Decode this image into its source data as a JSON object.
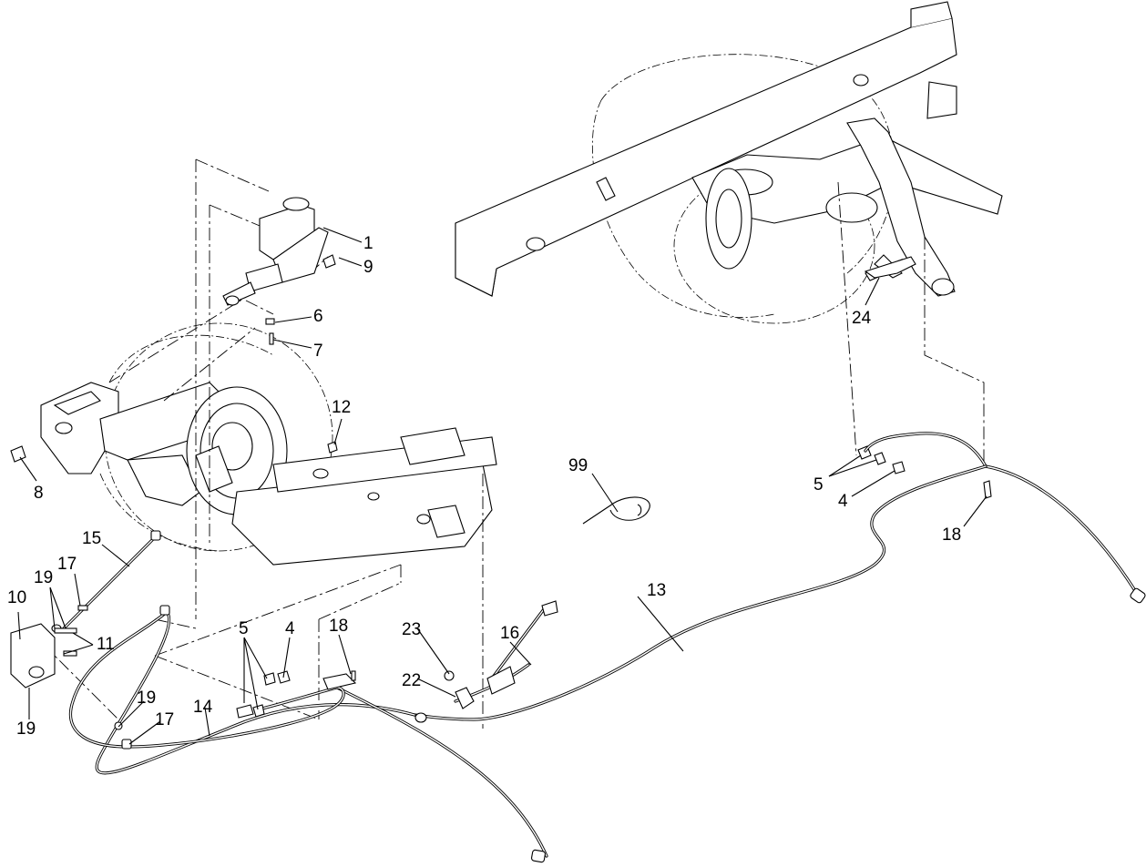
{
  "diagram": {
    "callouts": [
      {
        "id": "c1",
        "label": "1"
      },
      {
        "id": "c9",
        "label": "9"
      },
      {
        "id": "c6",
        "label": "6"
      },
      {
        "id": "c7",
        "label": "7"
      },
      {
        "id": "c24",
        "label": "24"
      },
      {
        "id": "c12",
        "label": "12"
      },
      {
        "id": "c8",
        "label": "8"
      },
      {
        "id": "c99",
        "label": "99"
      },
      {
        "id": "c5r",
        "label": "5"
      },
      {
        "id": "c4r",
        "label": "4"
      },
      {
        "id": "c18r",
        "label": "18"
      },
      {
        "id": "c15",
        "label": "15"
      },
      {
        "id": "c17a",
        "label": "17"
      },
      {
        "id": "c19a",
        "label": "19"
      },
      {
        "id": "c10",
        "label": "10"
      },
      {
        "id": "c11",
        "label": "11"
      },
      {
        "id": "c19b",
        "label": "19"
      },
      {
        "id": "c13",
        "label": "13"
      },
      {
        "id": "c16",
        "label": "16"
      },
      {
        "id": "c5l",
        "label": "5"
      },
      {
        "id": "c4l",
        "label": "4"
      },
      {
        "id": "c18l",
        "label": "18"
      },
      {
        "id": "c23",
        "label": "23"
      },
      {
        "id": "c22",
        "label": "22"
      },
      {
        "id": "c19c",
        "label": "19"
      },
      {
        "id": "c17b",
        "label": "17"
      },
      {
        "id": "c14",
        "label": "14"
      }
    ]
  }
}
